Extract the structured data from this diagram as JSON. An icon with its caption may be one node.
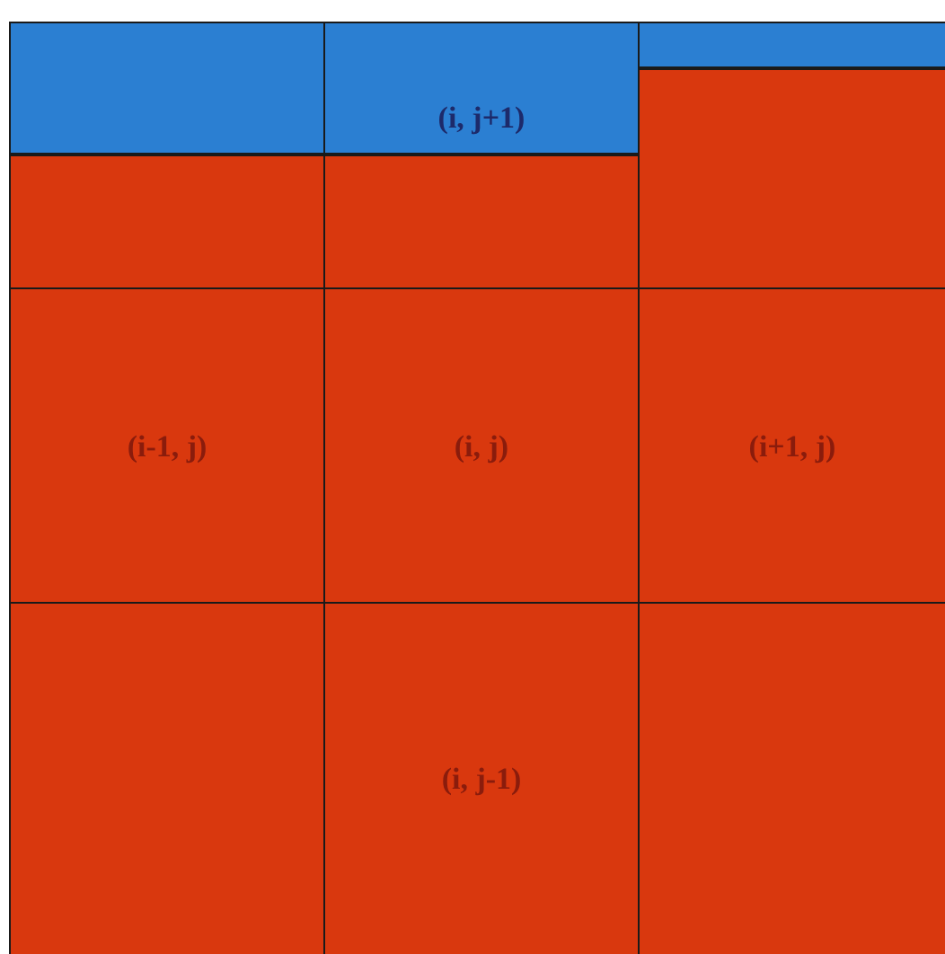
{
  "diagram": {
    "nodes": [
      {
        "text": [],
        "shape": "box"
      },
      {
        "text": [
          "(i, j+1)"
        ]
      },
      {
        "text": [],
        "shape": "box"
      },
      {
        "text": [
          "(i-1, j)"
        ]
      },
      {
        "text": [
          "(i, j)"
        ]
      },
      {
        "text": [
          "(i+1, j)"
        ]
      },
      {
        "text": [],
        "shape": "box"
      },
      {
        "text": [
          "(i, j-1)"
        ]
      },
      {
        "text": [],
        "shape": "box"
      }
    ]
  }
}
